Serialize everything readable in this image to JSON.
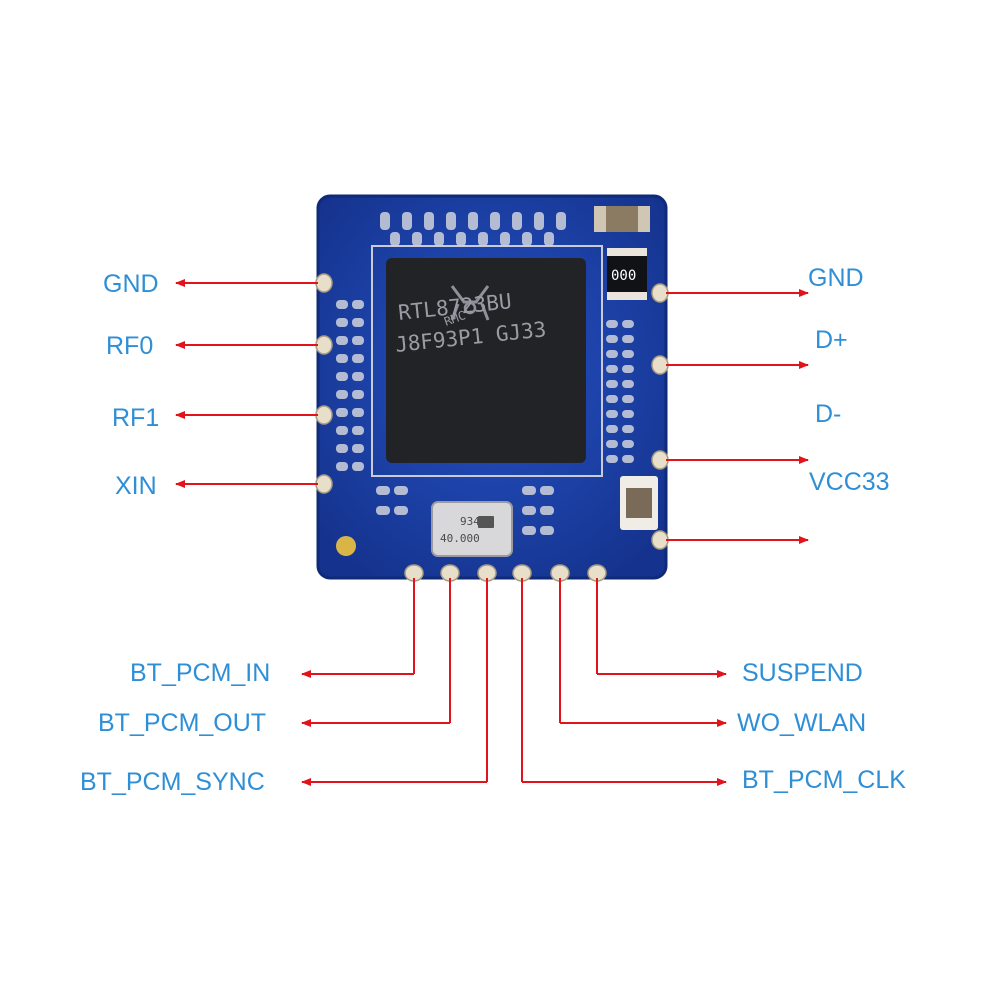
{
  "colors": {
    "label": "#2f8fd6",
    "arrow": "#e2141b",
    "pcb": "#1b3fa8",
    "pcb_dark": "#10296e",
    "chip": "#222327",
    "pad": "#d8d0bb"
  },
  "module": {
    "chip_lines": [
      "RTL8723BU",
      "J8F93P1 GJ33"
    ],
    "chip_logo": "RMC",
    "crystal_lines": [
      "40.000",
      "9341"
    ],
    "resistor_marking": "000"
  },
  "pins": {
    "left": [
      {
        "id": "gnd",
        "label": "GND"
      },
      {
        "id": "rf0",
        "label": "RF0"
      },
      {
        "id": "rf1",
        "label": "RF1"
      },
      {
        "id": "xin",
        "label": "XIN"
      }
    ],
    "right": [
      {
        "id": "gnd",
        "label": "GND"
      },
      {
        "id": "dplus",
        "label": "D+"
      },
      {
        "id": "dminus",
        "label": "D-"
      },
      {
        "id": "vcc33",
        "label": "VCC33"
      }
    ],
    "bottom_left": [
      {
        "id": "bt-pcm-in",
        "label": "BT_PCM_IN"
      },
      {
        "id": "bt-pcm-out",
        "label": "BT_PCM_OUT"
      },
      {
        "id": "bt-pcm-sync",
        "label": "BT_PCM_SYNC"
      }
    ],
    "bottom_right": [
      {
        "id": "suspend",
        "label": "SUSPEND"
      },
      {
        "id": "wo-wlan",
        "label": "WO_WLAN"
      },
      {
        "id": "bt-pcm-clk",
        "label": "BT_PCM_CLK"
      }
    ]
  }
}
